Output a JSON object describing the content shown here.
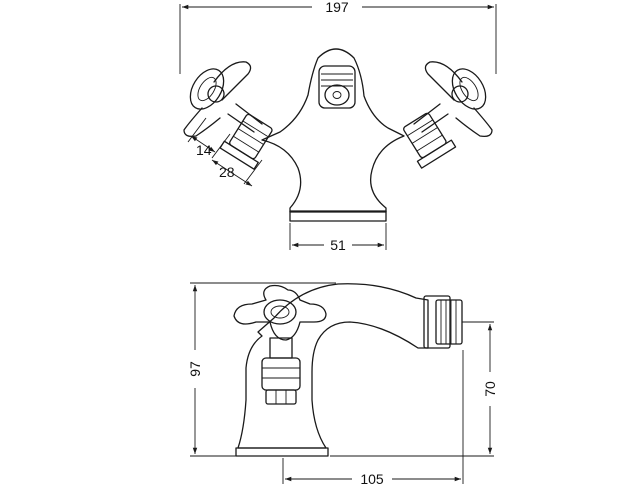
{
  "dimensions": {
    "overall_width": "197",
    "handle_offset_small": "14",
    "handle_offset_large": "28",
    "base_width": "51",
    "height": "97",
    "outlet_height": "70",
    "projection": "105"
  },
  "colors": {
    "line": "#1a1a1a",
    "background": "#ffffff"
  }
}
